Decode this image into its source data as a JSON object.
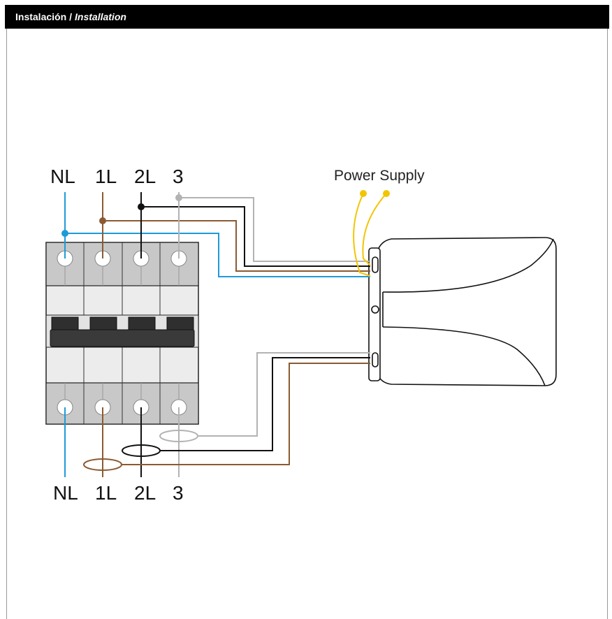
{
  "header": {
    "title_es": "Instalación",
    "separator": "/",
    "title_en": "Installation"
  },
  "diagram": {
    "top_labels": [
      "NL",
      "1L",
      "2L",
      "3"
    ],
    "bottom_labels": [
      "NL",
      "1L",
      "2L",
      "3"
    ],
    "power_supply_label": "Power Supply",
    "wire_colors": {
      "NL": "#1e9bd7",
      "1L": "#8b5a32",
      "2L": "#111111",
      "3": "#b3b3b3",
      "power": "#f2c500"
    }
  }
}
